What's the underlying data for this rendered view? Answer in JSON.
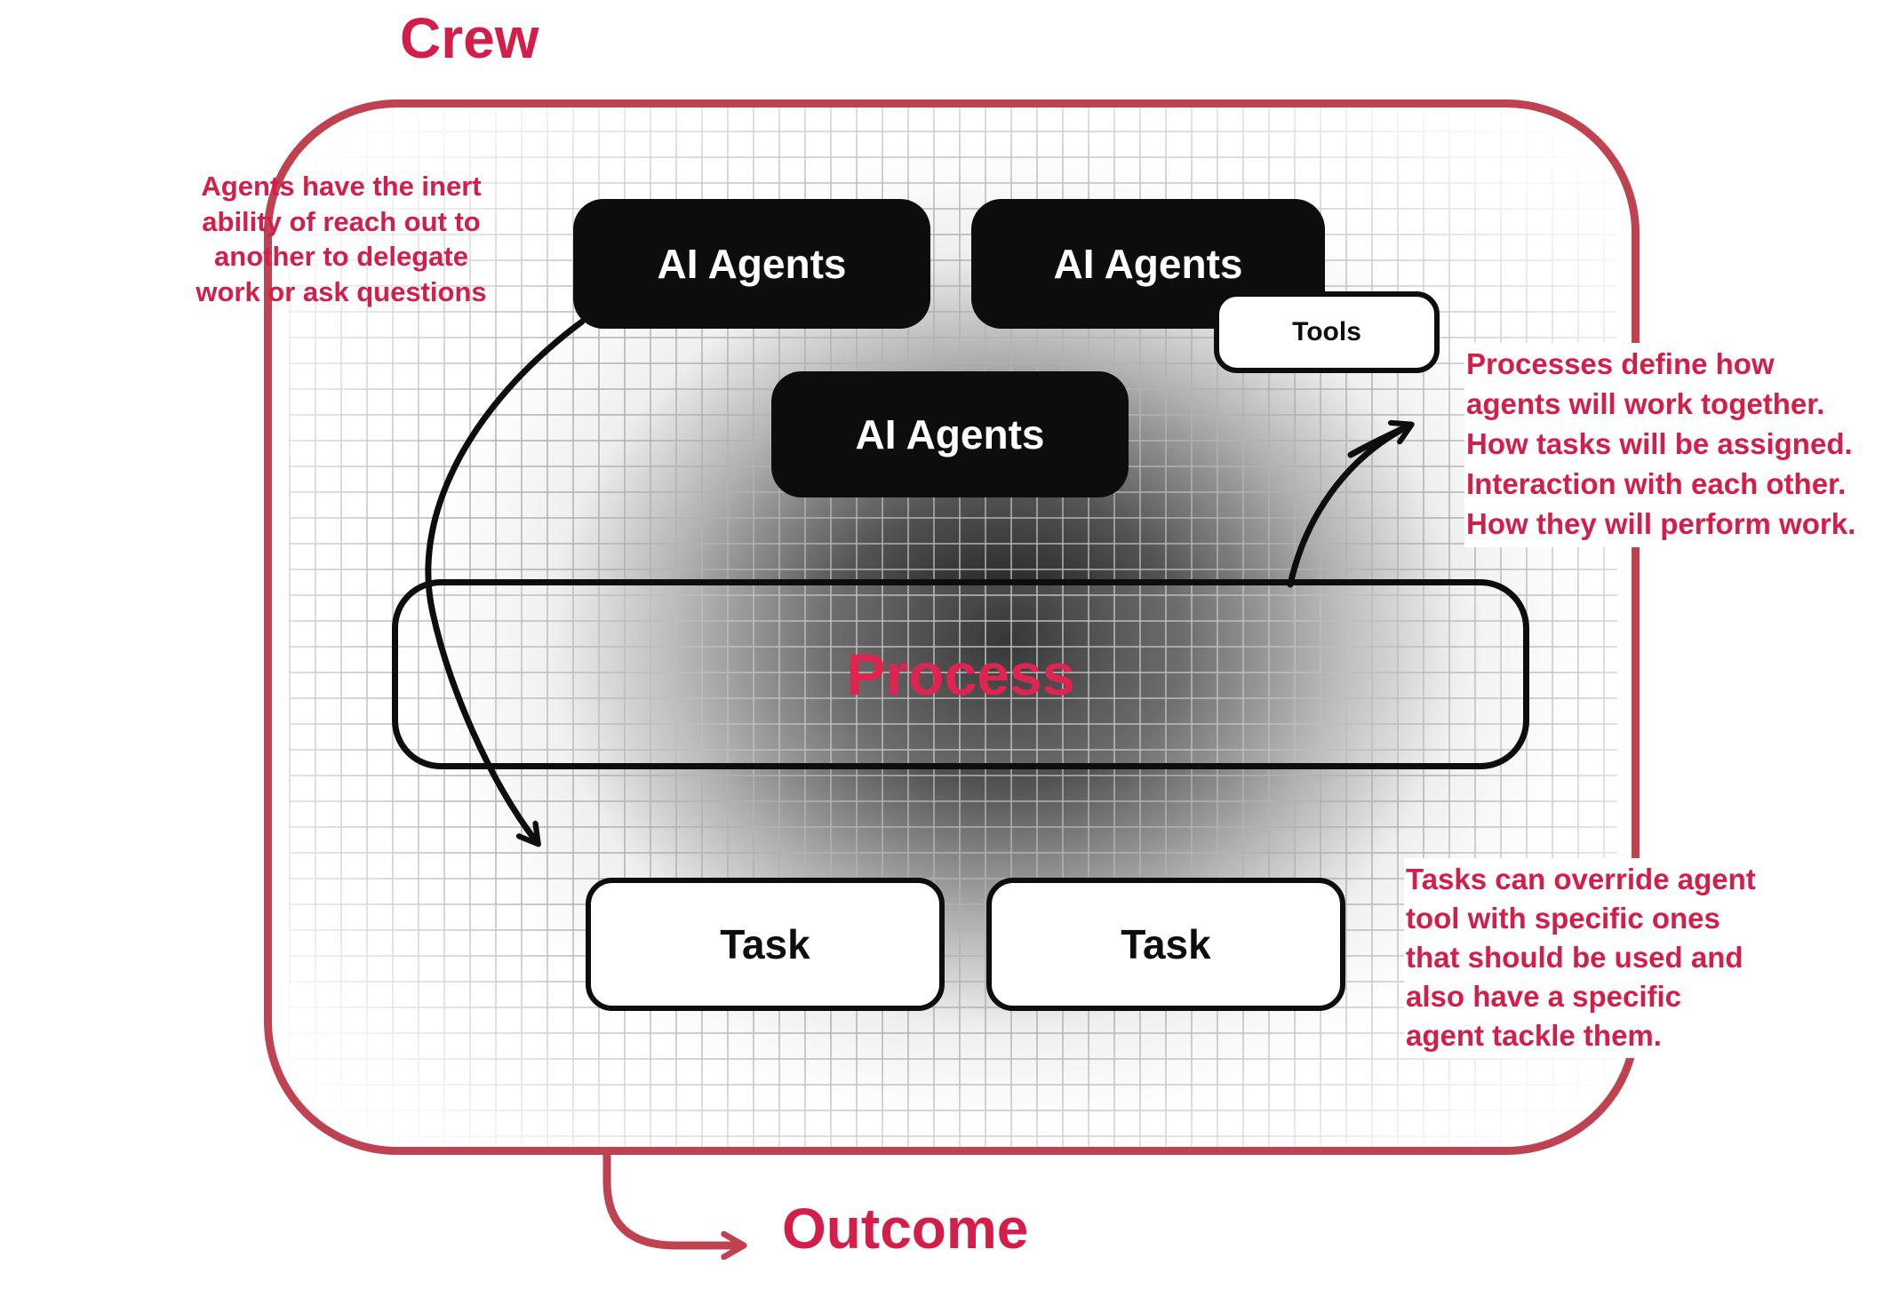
{
  "title": "Crew",
  "outcome_label": "Outcome",
  "colors": {
    "accent_text": "#d41e4a",
    "frame_red": "#bf4251",
    "node_black": "#0d0d0d",
    "process_text": "#e02450"
  },
  "nodes": {
    "agent1": "AI Agents",
    "agent2": "AI Agents",
    "agent3": "AI Agents",
    "tools": "Tools",
    "process": "Process",
    "task1": "Task",
    "task2": "Task"
  },
  "annotations": {
    "left": "Agents have the inert\nability of reach out to\nanother to delegate\nwork or ask questions",
    "right_top": "Processes define how\nagents will work together.\nHow tasks will be assigned.\nInteraction with each other.\nHow they will perform work.",
    "right_bottom": "Tasks can override agent\ntool with specific ones\nthat should be used and\nalso have a specific\nagent tackle them."
  }
}
